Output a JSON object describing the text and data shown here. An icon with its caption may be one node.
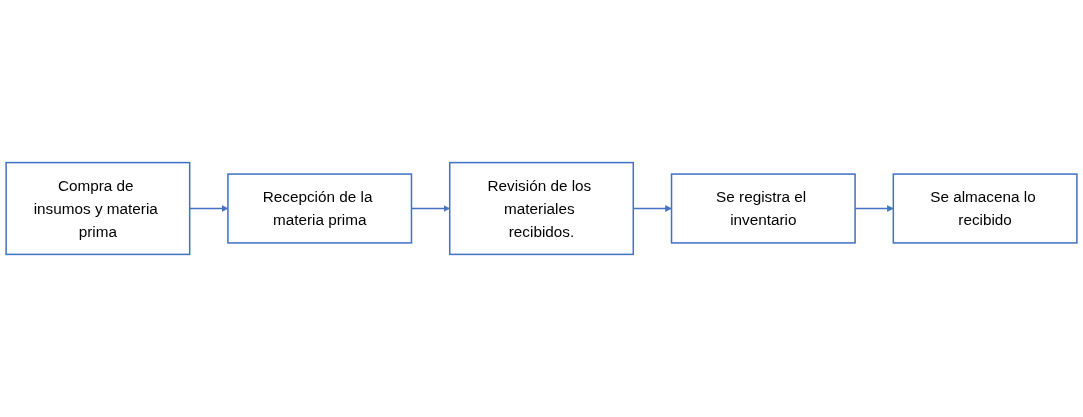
{
  "diagram": {
    "nodes": [
      {
        "text": [
          "Compra de insumos y materia prima"
        ]
      },
      {
        "text": [
          "Recepción de la materia prima"
        ]
      },
      {
        "text": [
          "Revisión de los materiales recibidos."
        ]
      },
      {
        "text": [
          "Se registra el inventario"
        ]
      },
      {
        "text": [
          "Se almacena lo recibido"
        ]
      }
    ],
    "edges": [
      {
        "from": 0,
        "to": 1,
        "arrow": "to"
      },
      {
        "from": 1,
        "to": 2,
        "arrow": "to"
      },
      {
        "from": 2,
        "to": 3,
        "arrow": "to"
      },
      {
        "from": 3,
        "to": 4,
        "arrow": "to"
      }
    ]
  }
}
